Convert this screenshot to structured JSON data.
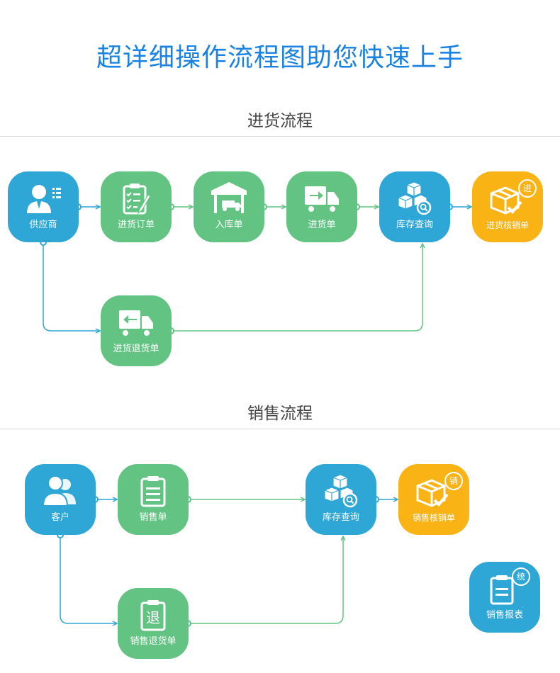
{
  "title": "超详细操作流程图助您快速上手",
  "purchase": {
    "title": "进货流程",
    "supplier": "供应商",
    "purchase_order": "进货订单",
    "inbound": "入库单",
    "purchase_doc": "进货单",
    "inventory": "库存查询",
    "verify": "进货核销单",
    "verify_badge": "进",
    "return": "进货退货单"
  },
  "sales": {
    "title": "销售流程",
    "customer": "客户",
    "sales_doc": "销售单",
    "inventory": "库存查询",
    "verify": "销售核销单",
    "verify_badge": "销",
    "return": "销售退货单",
    "return_glyph": "退",
    "report": "销售报表",
    "report_badge": "统"
  },
  "colors": {
    "blue": "#2ea6d6",
    "green": "#62c383",
    "yellow": "#fab314",
    "title_blue": "#1a82e2"
  }
}
